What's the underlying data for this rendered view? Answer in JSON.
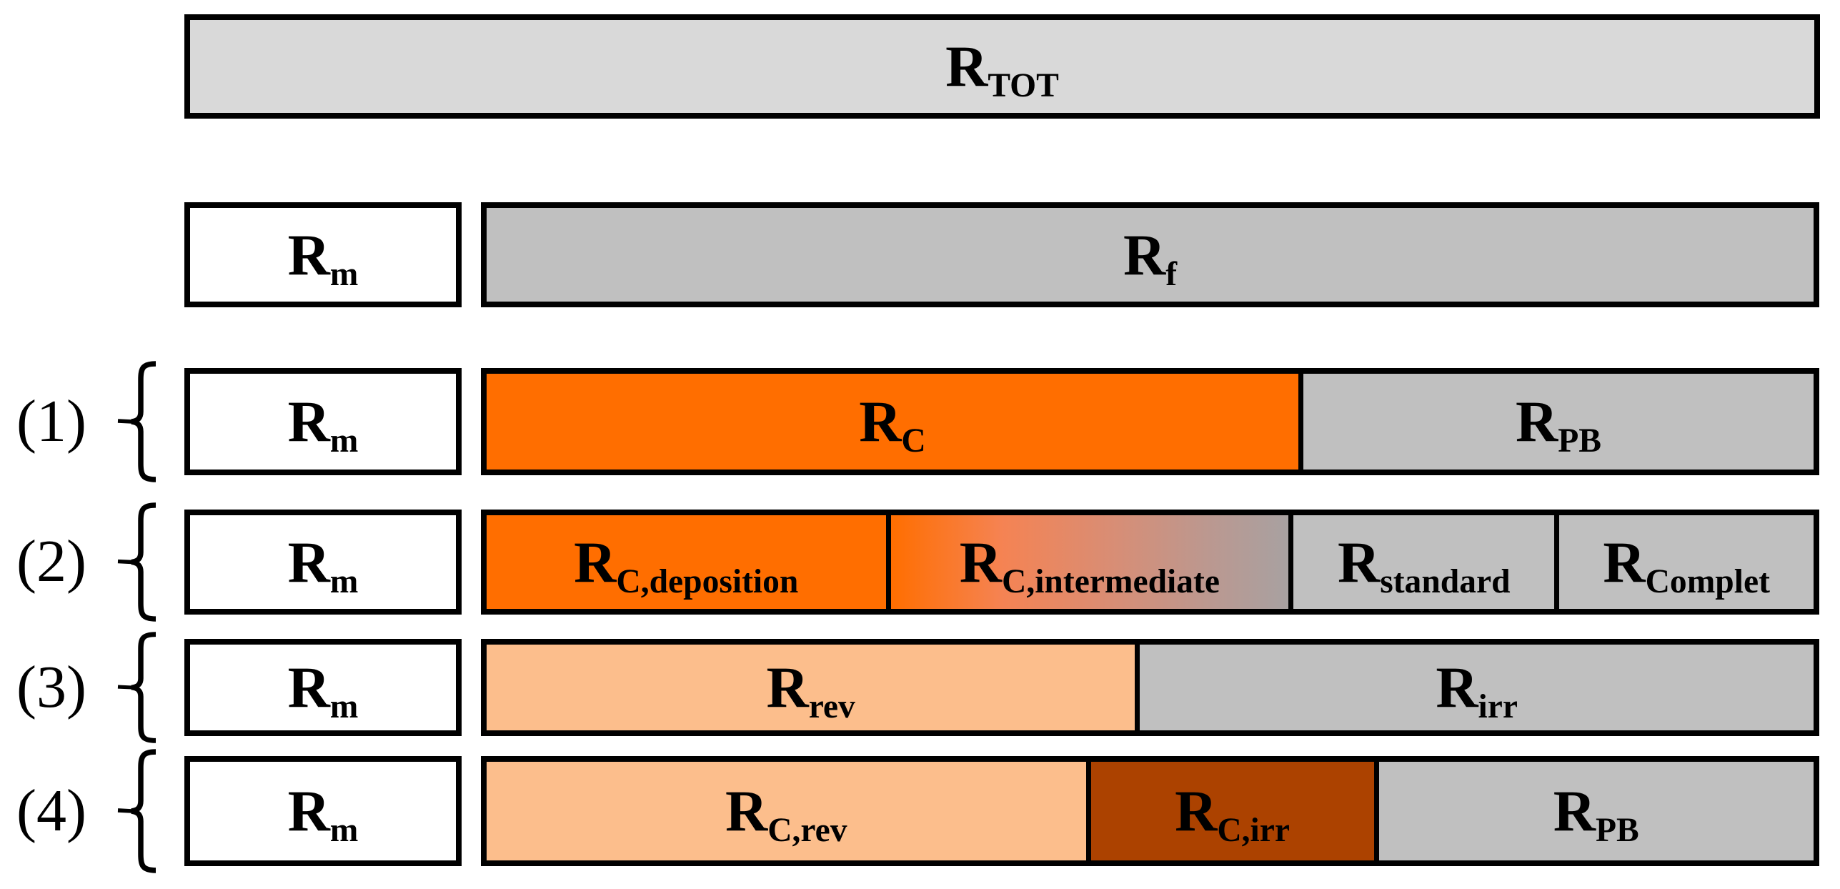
{
  "colors": {
    "total_gray": "#d9d9d9",
    "fouling_gray": "#c0c0c0",
    "membrane_white": "#ffffff",
    "cake_orange": "#ff6e00",
    "reversible_light_orange": "#fcbe8c",
    "irreversible_dark_orange": "#ac4200",
    "border_black": "#000000",
    "intermediate_gradient": "linear-gradient(90deg, #ff6e00 0%, #f58353 28%, #d98d74 55%, #bb9890 80%, #a8a1a1 100%)"
  },
  "top_bar": {
    "label": {
      "base": "R",
      "sub": "TOT"
    },
    "fill": "#d9d9d9"
  },
  "membrane_row": {
    "rm": {
      "label": {
        "base": "R",
        "sub": "m"
      },
      "fill": "#ffffff"
    },
    "rf": {
      "label": {
        "base": "R",
        "sub": "f"
      },
      "fill": "#c0c0c0"
    }
  },
  "mechanism_rows": [
    {
      "index_label": "(1)",
      "rm": {
        "label": {
          "base": "R",
          "sub": "m"
        },
        "fill": "#ffffff"
      },
      "segments": [
        {
          "label": {
            "base": "R",
            "sub": "C"
          },
          "fill": "#ff6e00",
          "width_pct": "63.7"
        },
        {
          "label": {
            "base": "R",
            "sub": "PB"
          },
          "fill": "#c0c0c0",
          "width_pct": "36.3"
        }
      ]
    },
    {
      "index_label": "(2)",
      "rm": {
        "label": {
          "base": "R",
          "sub": "m"
        },
        "fill": "#ffffff"
      },
      "segments": [
        {
          "label": {
            "base": "R",
            "sub": "C,deposition"
          },
          "fill": "#ff6e00",
          "width_pct": "35.8"
        },
        {
          "label": {
            "base": "R",
            "sub": "C,intermediate"
          },
          "fill": "linear-gradient(90deg, #ff6e00 0%, #f58353 28%, #d98d74 55%, #bb9890 80%, #a8a1a1 100%)",
          "width_pct": "28.2"
        },
        {
          "label": {
            "base": "R",
            "sub": "standard"
          },
          "fill": "#c0c0c0",
          "width_pct": "18.1"
        },
        {
          "label": {
            "base": "R",
            "sub": "Complet"
          },
          "fill": "#c0c0c0",
          "width_pct": "17.9"
        }
      ]
    },
    {
      "index_label": "(3)",
      "rm": {
        "label": {
          "base": "R",
          "sub": "m"
        },
        "fill": "#ffffff"
      },
      "segments": [
        {
          "label": {
            "base": "R",
            "sub": "rev"
          },
          "fill": "#fcbe8c",
          "width_pct": "48.6"
        },
        {
          "label": {
            "base": "R",
            "sub": "irr"
          },
          "fill": "#c0c0c0",
          "width_pct": "51.4"
        }
      ]
    },
    {
      "index_label": "(4)",
      "rm": {
        "label": {
          "base": "R",
          "sub": "m"
        },
        "fill": "#ffffff"
      },
      "segments": [
        {
          "label": {
            "base": "R",
            "sub": "C,rev"
          },
          "fill": "#fcbe8c",
          "width_pct": "48.0"
        },
        {
          "label": {
            "base": "R",
            "sub": "C,irr"
          },
          "fill": "#ac4200",
          "width_pct": "16.9"
        },
        {
          "label": {
            "base": "R",
            "sub": "PB"
          },
          "fill": "#c0c0c0",
          "width_pct": "35.1"
        }
      ]
    }
  ]
}
